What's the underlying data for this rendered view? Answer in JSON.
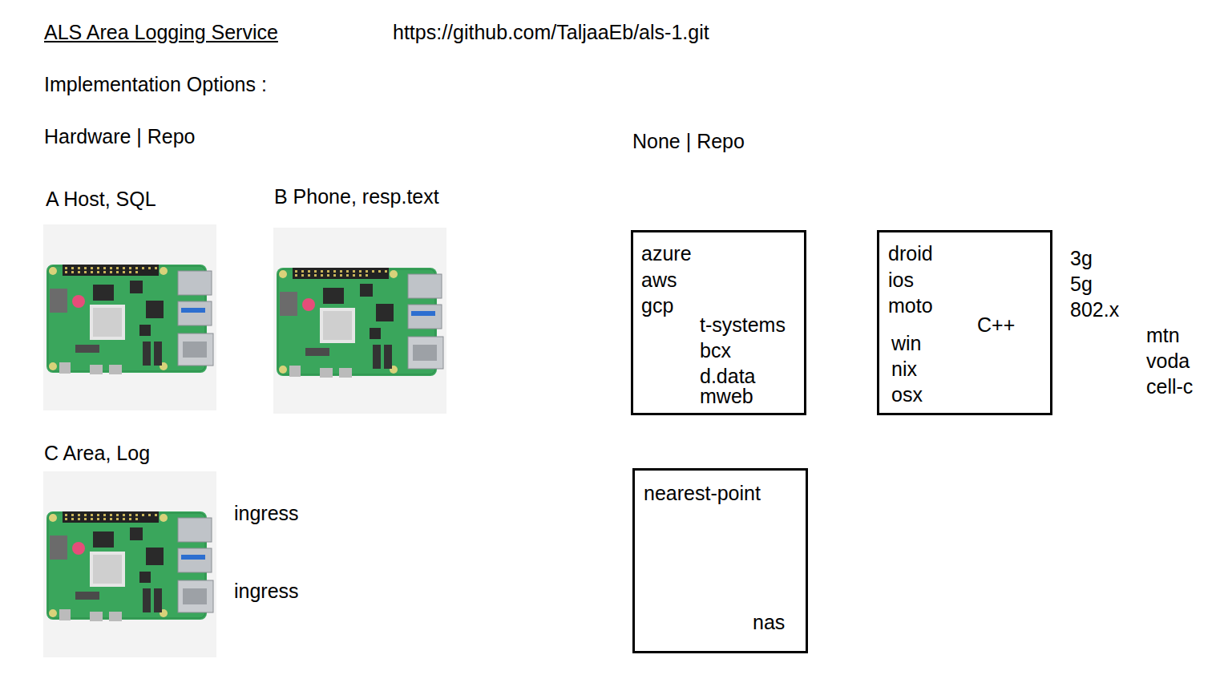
{
  "diagram": {
    "title": "ALS Area Logging Service",
    "nodes": [
      {
        "text": [
          "azure",
          "aws",
          "gcp",
          "t-systems",
          "bcx",
          "d.data",
          "mweb"
        ]
      },
      {
        "text": [
          "droid",
          "ios",
          "moto",
          "win",
          "nix",
          "osx",
          "C++"
        ]
      },
      {
        "text": [
          "nearest-point",
          "nas"
        ]
      }
    ],
    "labels": [
      "https://github.com/TaljaaEb/als-1.git",
      "Implementation Options :",
      "Hardware | Repo",
      "None | Repo",
      "A Host, SQL",
      "B Phone, resp.text",
      "C Area, Log",
      "ingress",
      "ingress",
      "3g",
      "5g",
      "802.x",
      "mtn",
      "voda",
      "cell-c"
    ]
  }
}
